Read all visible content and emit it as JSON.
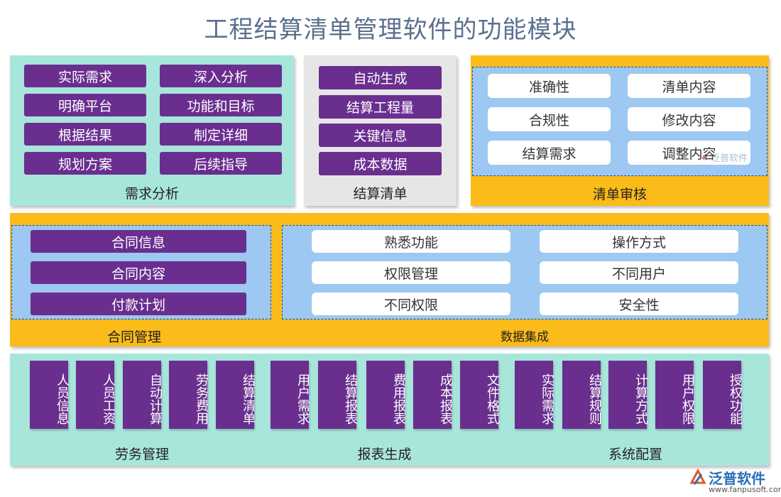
{
  "title": "工程结算清单管理软件的功能模块",
  "demand": {
    "label": "需求分析",
    "items": [
      "实际需求",
      "深入分析",
      "明确平台",
      "功能和目标",
      "根据结果",
      "制定详细",
      "规划方案",
      "后续指导"
    ]
  },
  "settlement": {
    "label": "结算清单",
    "items": [
      "自动生成",
      "结算工程量",
      "关键信息",
      "成本数据"
    ]
  },
  "review": {
    "label": "清单审核",
    "items": [
      "准确性",
      "清单内容",
      "合规性",
      "修改内容",
      "结算需求",
      "调整内容"
    ]
  },
  "contract": {
    "label": "合同管理",
    "items": [
      "合同信息",
      "合同内容",
      "付款计划"
    ]
  },
  "integration": {
    "label": "数据集成",
    "items": [
      "熟悉功能",
      "操作方式",
      "权限管理",
      "不同用户",
      "不同权限",
      "安全性"
    ]
  },
  "labor": {
    "label": "劳务管理",
    "items": [
      "人员信息",
      "人员工资",
      "自动计算",
      "劳务费用",
      "结算清单"
    ]
  },
  "report": {
    "label": "报表生成",
    "items": [
      "用户需求",
      "结算报表",
      "费用报表",
      "成本报表",
      "文件格式"
    ]
  },
  "system": {
    "label": "系统配置",
    "items": [
      "实际需求",
      "结算规则",
      "计算方式",
      "用户权限",
      "授权功能"
    ]
  },
  "watermark": "泛普软件",
  "logo": {
    "name": "泛普软件",
    "url": "www.fanpusoft.com"
  }
}
